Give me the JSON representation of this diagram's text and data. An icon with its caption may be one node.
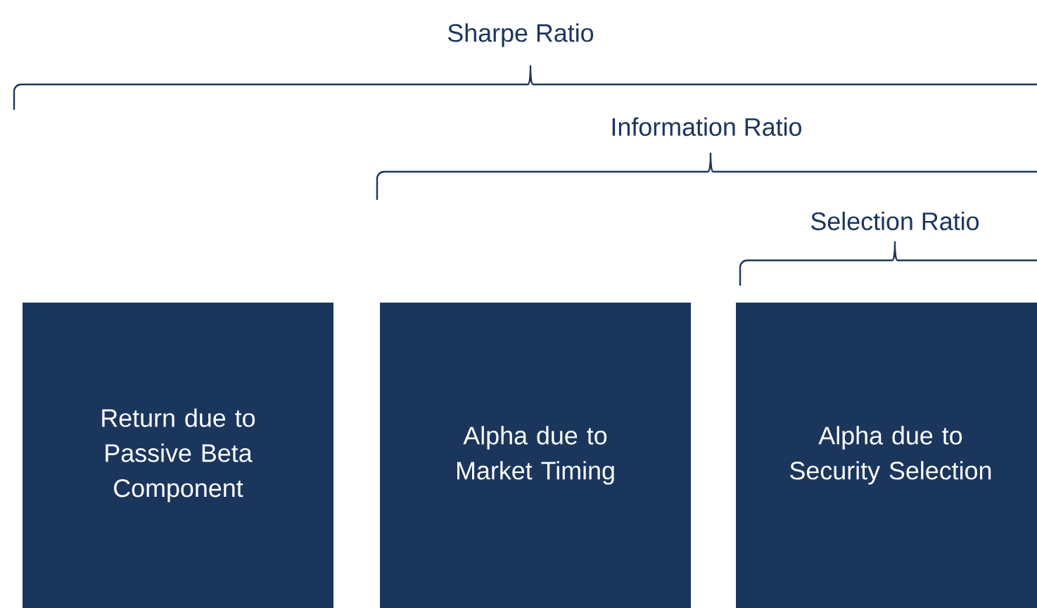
{
  "diagram": {
    "nodes": [
      {
        "text": [
          "Return due to Passive Beta Component"
        ]
      },
      {
        "text": [
          "Alpha due to Market Timing"
        ]
      },
      {
        "text": [
          "Alpha due to Security Selection"
        ]
      }
    ],
    "labels": [
      "Sharpe Ratio",
      "Information Ratio",
      "Selection Ratio"
    ]
  }
}
